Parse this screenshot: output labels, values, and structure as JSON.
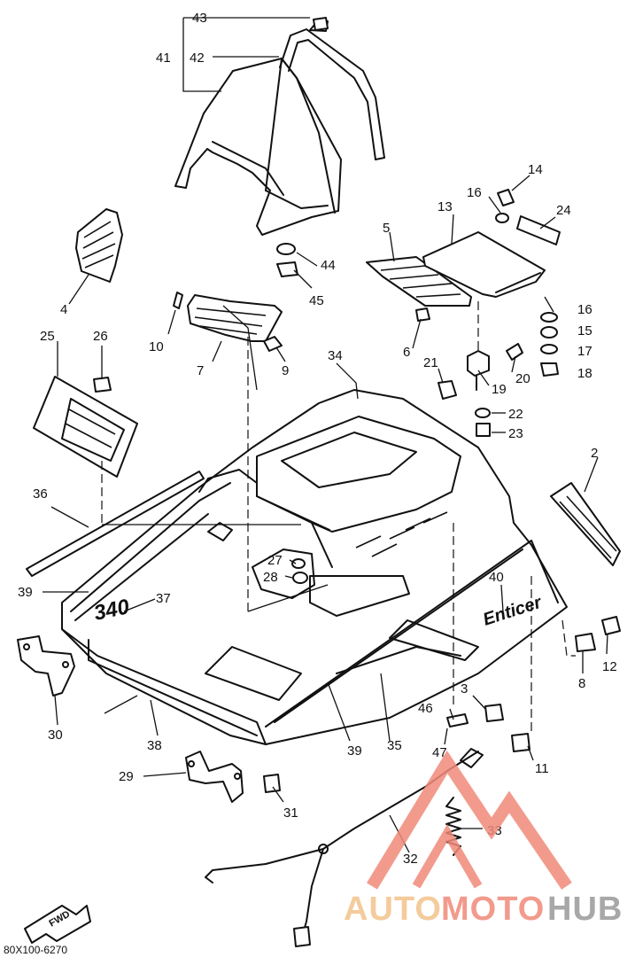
{
  "diagram": {
    "part_labels": [
      {
        "key": "p43",
        "text": "43"
      },
      {
        "key": "p41",
        "text": "41"
      },
      {
        "key": "p42",
        "text": "42"
      },
      {
        "key": "p14",
        "text": "14"
      },
      {
        "key": "p16a",
        "text": "16"
      },
      {
        "key": "p13",
        "text": "13"
      },
      {
        "key": "p24",
        "text": "24"
      },
      {
        "key": "p5",
        "text": "5"
      },
      {
        "key": "p4",
        "text": "4"
      },
      {
        "key": "p44",
        "text": "44"
      },
      {
        "key": "p45",
        "text": "45"
      },
      {
        "key": "p16b",
        "text": "16"
      },
      {
        "key": "p15",
        "text": "15"
      },
      {
        "key": "p17",
        "text": "17"
      },
      {
        "key": "p18",
        "text": "18"
      },
      {
        "key": "p10",
        "text": "10"
      },
      {
        "key": "p7",
        "text": "7"
      },
      {
        "key": "p9",
        "text": "9"
      },
      {
        "key": "p6",
        "text": "6"
      },
      {
        "key": "p25",
        "text": "25"
      },
      {
        "key": "p26",
        "text": "26"
      },
      {
        "key": "p34",
        "text": "34"
      },
      {
        "key": "p21",
        "text": "21"
      },
      {
        "key": "p19",
        "text": "19"
      },
      {
        "key": "p20",
        "text": "20"
      },
      {
        "key": "p22",
        "text": "22"
      },
      {
        "key": "p23",
        "text": "23"
      },
      {
        "key": "p2",
        "text": "2"
      },
      {
        "key": "p36",
        "text": "36"
      },
      {
        "key": "p27",
        "text": "27"
      },
      {
        "key": "p28",
        "text": "28"
      },
      {
        "key": "p40",
        "text": "40"
      },
      {
        "key": "p39a",
        "text": "39"
      },
      {
        "key": "p37",
        "text": "37"
      },
      {
        "key": "p12",
        "text": "12"
      },
      {
        "key": "p8",
        "text": "8"
      },
      {
        "key": "p3",
        "text": "3"
      },
      {
        "key": "p46",
        "text": "46"
      },
      {
        "key": "p30",
        "text": "30"
      },
      {
        "key": "p38",
        "text": "38"
      },
      {
        "key": "p39b",
        "text": "39"
      },
      {
        "key": "p35",
        "text": "35"
      },
      {
        "key": "p47",
        "text": "47"
      },
      {
        "key": "p11",
        "text": "11"
      },
      {
        "key": "p29",
        "text": "29"
      },
      {
        "key": "p31",
        "text": "31"
      },
      {
        "key": "p33",
        "text": "33"
      },
      {
        "key": "p32",
        "text": "32"
      }
    ],
    "hood_decal_text": "340",
    "hood_badge_text": "Enticer",
    "fwd_arrow_text": "FWD",
    "drawing_code": "80X100-6270"
  },
  "watermark": {
    "part1": "AUTO",
    "part2": "MOTO",
    "part3": "HUB",
    "color_primary": "#f08a7a",
    "color_secondary": "#f3c28a",
    "color_dark": "#9a9a9a"
  }
}
